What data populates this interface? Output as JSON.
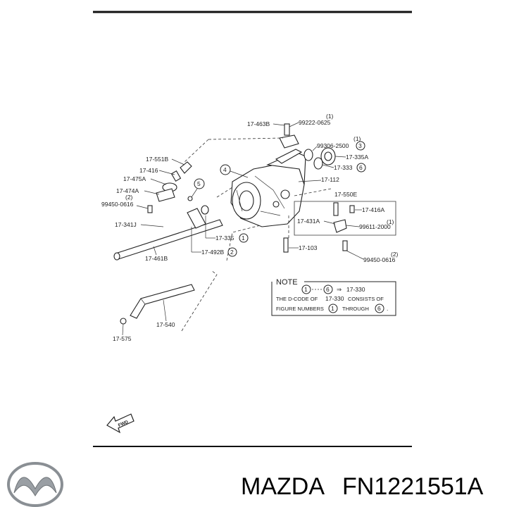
{
  "brand": {
    "name": "MAZDA",
    "part_number": "FN1221551A",
    "logo_icon": "mazda-logo-icon"
  },
  "diagram": {
    "callouts": [
      {
        "id": "c1",
        "code": "17-463B"
      },
      {
        "id": "c2",
        "code": "99222-0625",
        "qty": "(1)"
      },
      {
        "id": "c3",
        "code": "99306-2500",
        "qty": "(1)",
        "ref": "3"
      },
      {
        "id": "c4",
        "code": "17-335A"
      },
      {
        "id": "c5",
        "code": "17-333",
        "ref": "6"
      },
      {
        "id": "c6",
        "code": "17-551B"
      },
      {
        "id": "c7",
        "code": "17-416"
      },
      {
        "id": "c8",
        "code": "17-475A"
      },
      {
        "id": "c9",
        "code": "17-474A"
      },
      {
        "id": "c10",
        "code": "99450-0616",
        "qty": "(2)"
      },
      {
        "id": "c11",
        "code": "17-112"
      },
      {
        "id": "c12",
        "code": "17-550E"
      },
      {
        "id": "c13",
        "code": "17-416A"
      },
      {
        "id": "c14",
        "code": "17-431A"
      },
      {
        "id": "c15",
        "code": "99611-2000",
        "qty": "(1)"
      },
      {
        "id": "c16",
        "code": "17-341J"
      },
      {
        "id": "c17",
        "code": "17-335",
        "ref": "1"
      },
      {
        "id": "c18",
        "code": "17-492B",
        "ref": "2"
      },
      {
        "id": "c19",
        "code": "17-103"
      },
      {
        "id": "c20",
        "code": "17-461B"
      },
      {
        "id": "c21",
        "code": "99450-0616",
        "qty": "(2)"
      },
      {
        "id": "c22",
        "code": "17-540"
      },
      {
        "id": "c23",
        "code": "17-575"
      }
    ],
    "ref_4": "4",
    "ref_5": "5",
    "note": {
      "title": "NOTE",
      "line1_from": "1",
      "line1_to": "6",
      "line1_arrow": "⇒",
      "line1_code": "17-330",
      "line2_prefix": "THE D-CODE OF",
      "line2_code": "17-330",
      "line2_suffix": "CONSISTS OF",
      "line3_prefix": "FIGURE NUMBERS",
      "line3_from": "1",
      "line3_mid": "THROUGH",
      "line3_to": "6",
      "line3_end": "."
    },
    "fwd_label": "FWD",
    "fwd_icon": "forward-arrow-icon"
  }
}
